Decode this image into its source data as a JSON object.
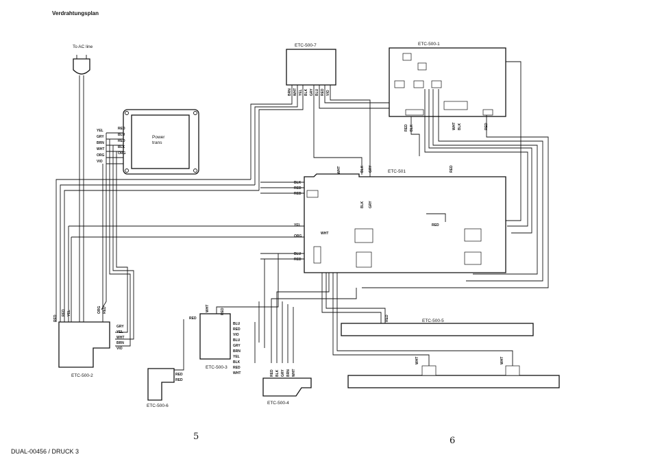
{
  "title": "Verdrahtungsplan",
  "footer": "DUAL-00456 / DRUCK 3",
  "handwritten": [
    "5",
    "6"
  ],
  "ac_line_label": "To AC line",
  "transformer": {
    "line1": "Power",
    "line2": "trans"
  },
  "boards": {
    "etc_500_7": "ETC-500-7",
    "etc_500_1": "ETC-500-1",
    "etc_501": "ETC-501",
    "etc_500_2": "ETC-500-2",
    "etc_500_3": "ETC-500-3",
    "etc_500_4": "ETC-500-4",
    "etc_500_5": "ETC-500-5",
    "etc_500_6": "ETC-500-6"
  },
  "wire_labels": {
    "transformer_left": [
      "YEL",
      "GRY",
      "BRN",
      "WHT",
      "ORG",
      "VIO"
    ],
    "transformer_right": [
      "RED",
      "BLU",
      "RED",
      "BLK",
      "ORG"
    ],
    "etc_500_7_pins": [
      "BRN",
      "WHT",
      "YEL",
      "BLK",
      "GRY",
      "BLU",
      "RED",
      "VIO"
    ],
    "etc_501_top": [
      "WHT",
      "BLK",
      "GRY",
      "RED"
    ],
    "etc_501_left": [
      "BLK",
      "RED",
      "RED",
      "YEL",
      "ORG",
      "BLU",
      "RED"
    ],
    "etc_501_mid": [
      "BLK",
      "GRY",
      "WHT",
      "RED"
    ],
    "etc_500_2_top": [
      "RED",
      "RED",
      "YEL",
      "ORG",
      "RED"
    ],
    "etc_500_2_side": [
      "GRY",
      "YEL",
      "WHT",
      "BRN",
      "VIO"
    ],
    "etc_500_3_top": [
      "RED",
      "WHT",
      "RED"
    ],
    "etc_500_3_side": [
      "BLU",
      "RED",
      "VIO",
      "BLU",
      "GRY",
      "BRN",
      "YEL",
      "BLK",
      "RED",
      "WHT"
    ],
    "etc_500_4_pins": [
      "RED",
      "BLK",
      "GRY",
      "BRN",
      "WHT"
    ],
    "etc_500_6_pins": [
      "RED",
      "RED"
    ],
    "etc_500_1_pins": [
      "RED",
      "BLK",
      "WHT",
      "BLK",
      "RED"
    ],
    "etc_500_5_pins": [
      "RED"
    ],
    "bottom_bar_pins": [
      "WHT",
      "WHT"
    ]
  }
}
